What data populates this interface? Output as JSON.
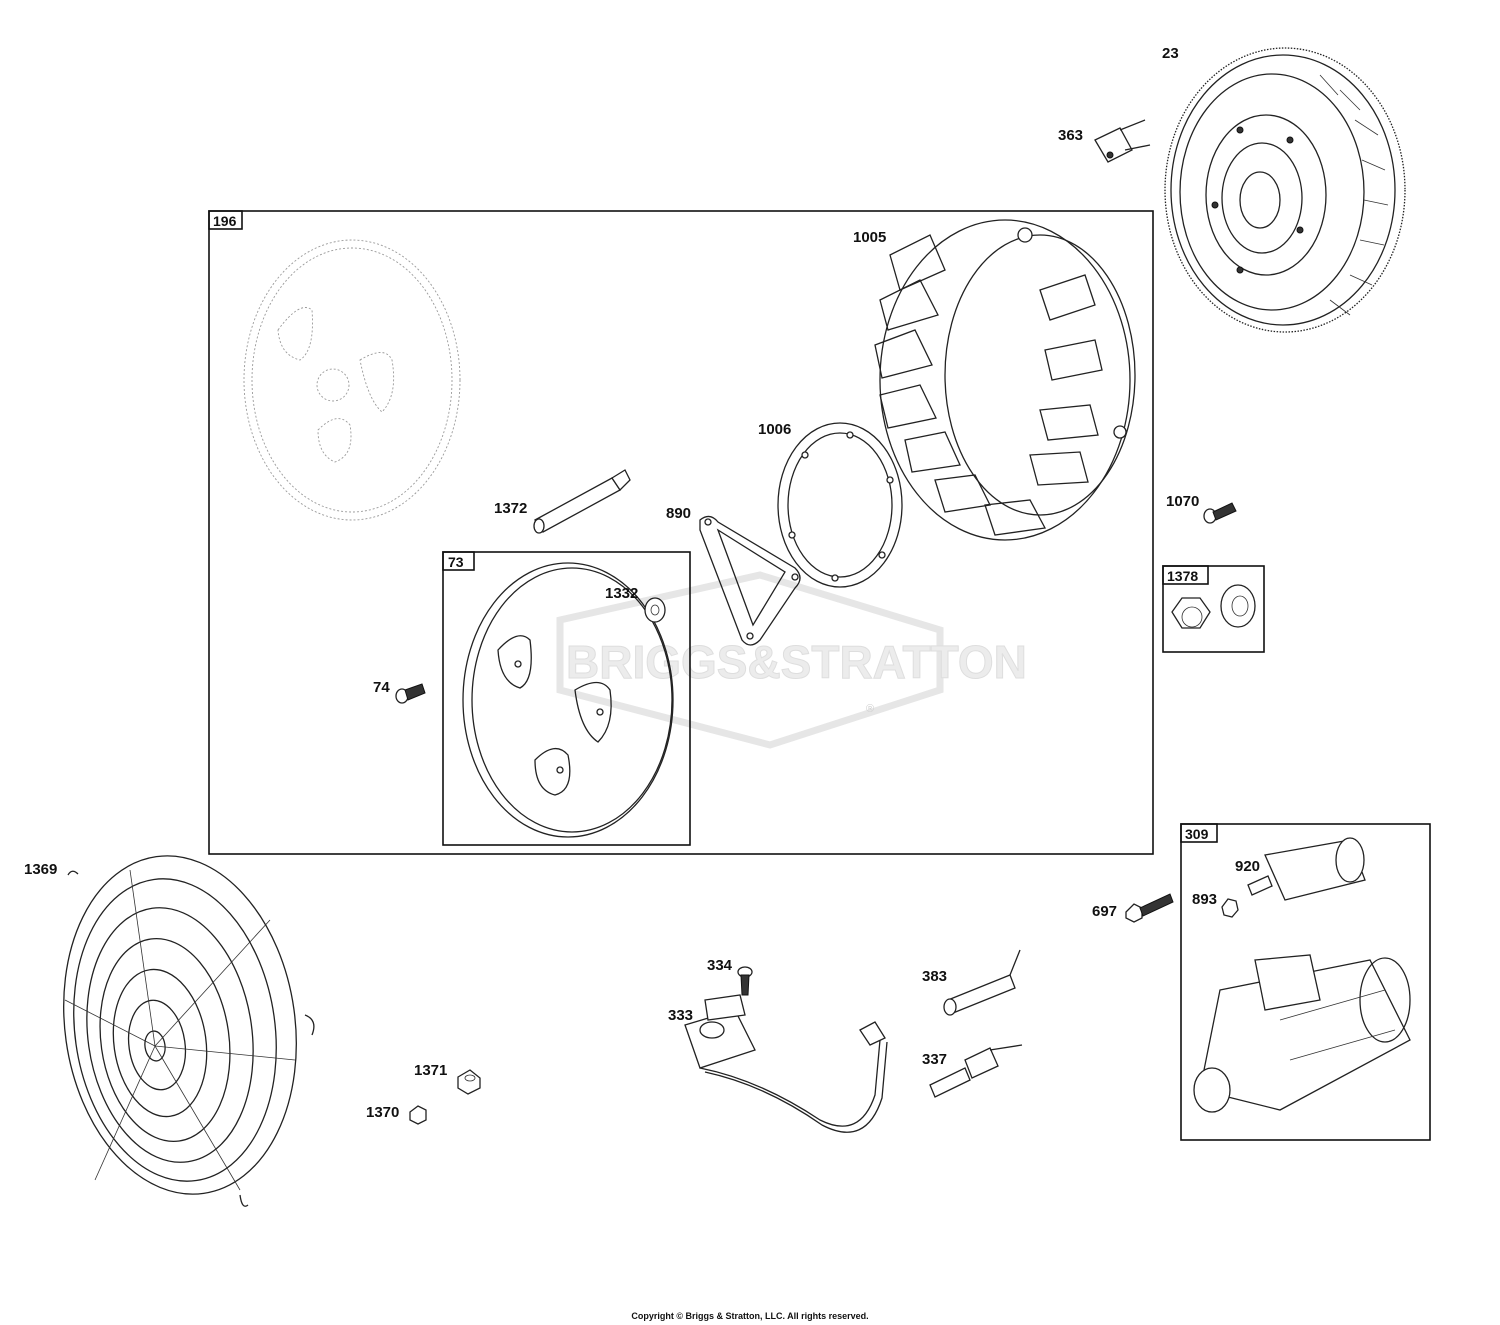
{
  "diagram": {
    "watermark": "BRIGGS&STRATTON",
    "registered_mark": "®",
    "copyright": "Copyright © Briggs & Stratton, LLC. All rights reserved.",
    "labels": {
      "p23": "23",
      "p363": "363",
      "p196": "196",
      "p1005": "1005",
      "p1006": "1006",
      "p1372": "1372",
      "p890": "890",
      "p73": "73",
      "p1332": "1332",
      "p74": "74",
      "p1070": "1070",
      "p1378": "1378",
      "p309": "309",
      "p920": "920",
      "p893": "893",
      "p697": "697",
      "p1369": "1369",
      "p334": "334",
      "p333": "333",
      "p383": "383",
      "p337": "337",
      "p1371": "1371",
      "p1370": "1370"
    }
  }
}
